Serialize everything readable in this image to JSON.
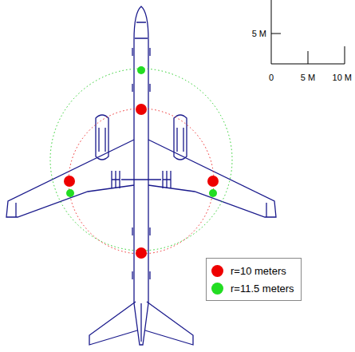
{
  "diagram": {
    "labels": [
      "5 M",
      "0",
      "5 M",
      "10 M"
    ],
    "legend": [
      {
        "text": "r=10 meters",
        "color": "#ee0000"
      },
      {
        "text": "r=11.5 meters",
        "color": "#22dd22"
      }
    ]
  }
}
